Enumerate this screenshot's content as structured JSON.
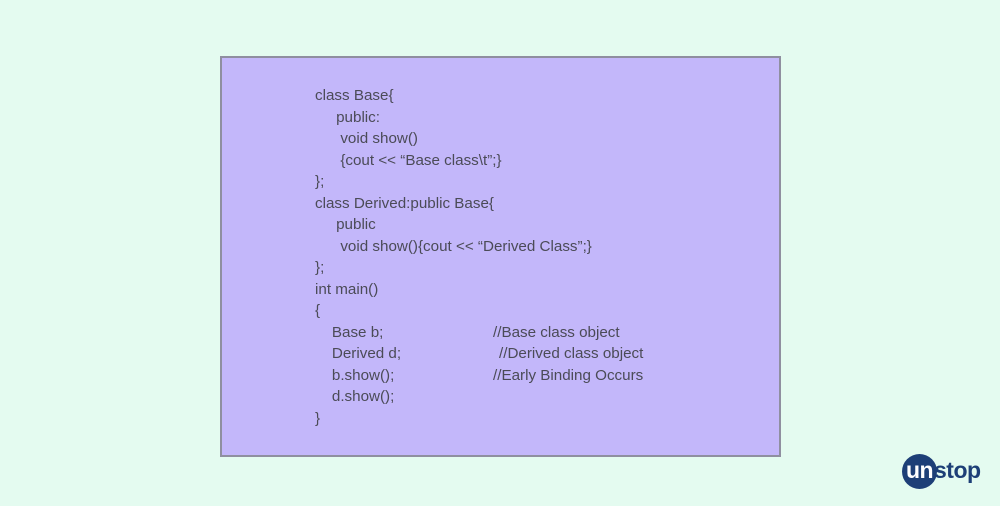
{
  "page": {
    "background_color": "#e4fbf0"
  },
  "code_card": {
    "background_color": "#c3b7fa",
    "border_color": "#8f8fa0",
    "text_color": "#4b4b57",
    "language": "cpp",
    "lines": [
      {
        "code": "class Base{",
        "comment": ""
      },
      {
        "code": "     public:",
        "comment": ""
      },
      {
        "code": "      void show()",
        "comment": ""
      },
      {
        "code": "      {cout << “Base class\\t”;}",
        "comment": ""
      },
      {
        "code": "};",
        "comment": ""
      },
      {
        "code": "class Derived:public Base{",
        "comment": ""
      },
      {
        "code": "     public",
        "comment": ""
      },
      {
        "code": "      void show(){cout << “Derived Class”;}",
        "comment": ""
      },
      {
        "code": "};",
        "comment": ""
      },
      {
        "code": "int main()",
        "comment": ""
      },
      {
        "code": "{",
        "comment": ""
      },
      {
        "code": "    Base b;",
        "comment": "//Base class object"
      },
      {
        "code": "    Derived d;",
        "comment": "//Derived class object"
      },
      {
        "code": "    b.show();",
        "comment": "//Early Binding Occurs"
      },
      {
        "code": "    d.show();",
        "comment": ""
      },
      {
        "code": "}",
        "comment": ""
      }
    ]
  },
  "logo": {
    "mark_text": "un",
    "word_text": "stop",
    "circle_color": "#1d3f77",
    "word_color": "#1d3f77",
    "mark_color": "#ffffff"
  }
}
